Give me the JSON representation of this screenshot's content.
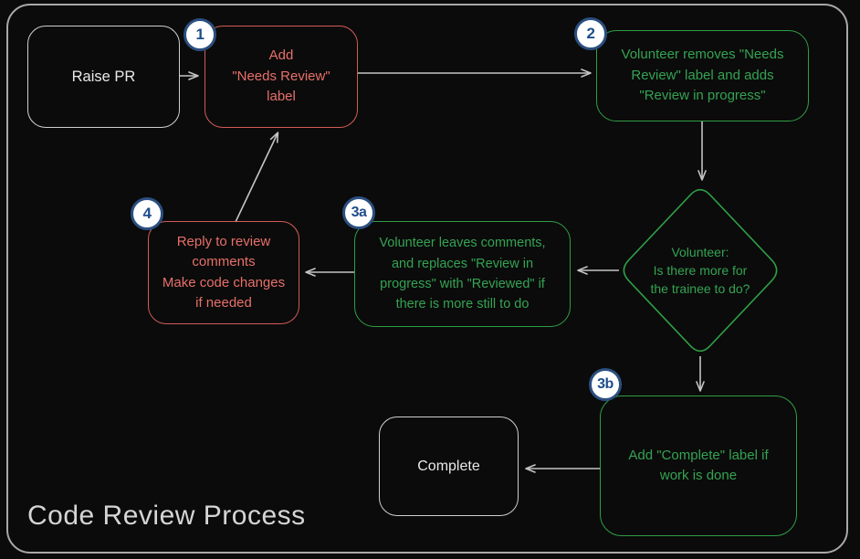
{
  "title": "Code Review Process",
  "colors": {
    "background": "#0b0b0b",
    "frame": "#a8a8a8",
    "red_node_border": "#d05c57",
    "red_node_text": "#e7706a",
    "green_node_border": "#2f9e44",
    "green_node_text": "#34a352",
    "neutral_node_text": "#e9e9e9",
    "badge_border": "#2b4f80",
    "badge_text": "#1e4d8b",
    "arrow": "#c4c4c4",
    "title_text": "#d5d5d5"
  },
  "nodes": {
    "raise_pr": {
      "label": "Raise PR"
    },
    "step1": {
      "badge": "1",
      "label": "Add\n\"Needs Review\"\nlabel"
    },
    "step2": {
      "badge": "2",
      "label": "Volunteer removes \"Needs\nReview\" label and adds\n\"Review in progress\""
    },
    "decision": {
      "label": "Volunteer:\nIs there more for\nthe trainee to do?"
    },
    "step3a": {
      "badge": "3a",
      "label": "Volunteer leaves comments,\nand replaces \"Review in\nprogress\" with \"Reviewed\" if\nthere is more still to do"
    },
    "step4": {
      "badge": "4",
      "label": "Reply to review\ncomments\nMake code changes\nif needed"
    },
    "step3b": {
      "badge": "3b",
      "label": "Add \"Complete\" label if\nwork is done"
    },
    "complete": {
      "label": "Complete"
    }
  },
  "edges": [
    {
      "from": "raise_pr",
      "to": "step1"
    },
    {
      "from": "step1",
      "to": "step2"
    },
    {
      "from": "step2",
      "to": "decision"
    },
    {
      "from": "decision",
      "to": "step3a"
    },
    {
      "from": "step3a",
      "to": "step4"
    },
    {
      "from": "step4",
      "to": "step1"
    },
    {
      "from": "decision",
      "to": "step3b"
    },
    {
      "from": "step3b",
      "to": "complete"
    }
  ]
}
